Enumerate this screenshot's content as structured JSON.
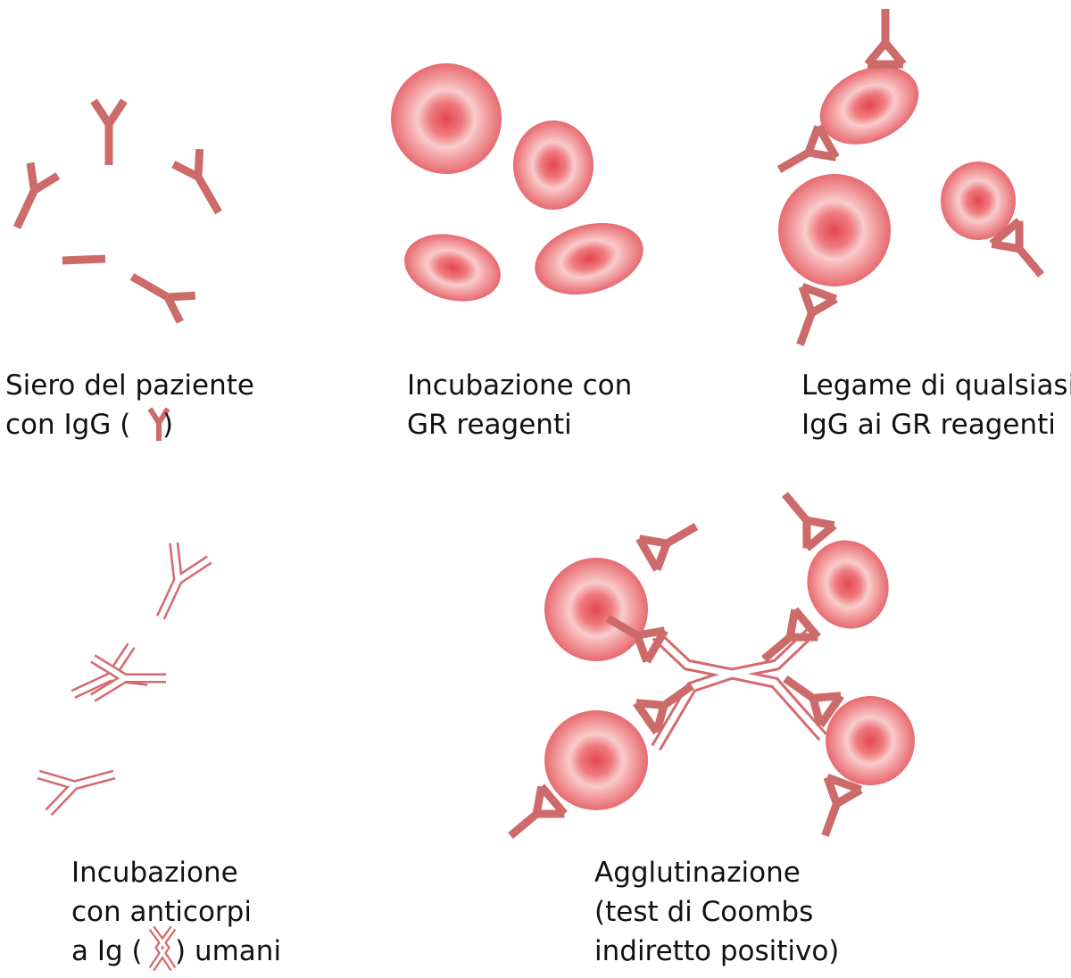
{
  "panels": {
    "serum": {
      "line1": "Siero del paziente",
      "line2_prefix": "con IgG (",
      "line2_suffix": ")",
      "legend_icon": "igg-antibody-icon"
    },
    "incubation_rbc": {
      "line1": "Incubazione con",
      "line2": "GR reagenti"
    },
    "binding": {
      "line1": "Legame di qualsiasi",
      "line2": "IgG ai GR reagenti"
    },
    "anti_ig": {
      "line1": "Incubazione",
      "line2": "con anticorpi",
      "line3_prefix": "a Ig (",
      "line3_suffix": ") umani",
      "legend_icon": "anti-human-ig-antibody-icon"
    },
    "agglutination": {
      "line1": "Agglutinazione",
      "line2": "(test di Coombs",
      "line3": "indiretto positivo)"
    }
  },
  "colors": {
    "antibody": "#cd6a6a",
    "rbc_outer": "#ec7c80",
    "rbc_ring": "#f6c4c4",
    "rbc_center": "#e8585e",
    "text": "#111111"
  }
}
